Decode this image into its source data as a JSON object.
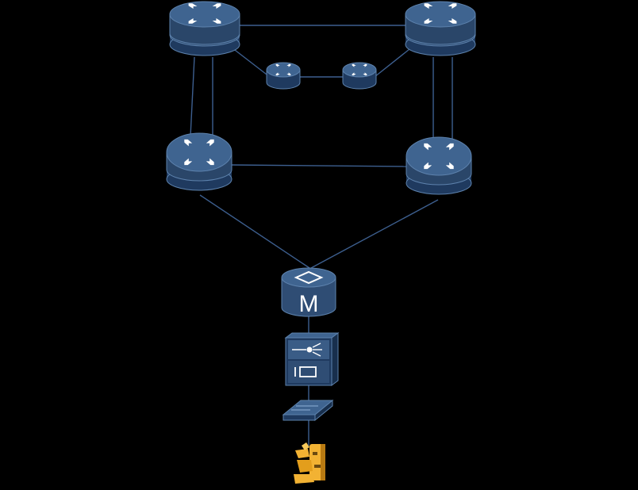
{
  "diagram": {
    "background": "#000000",
    "colors": {
      "device_body": "#2f4d74",
      "device_body_dark": "#1f3a5f",
      "device_top": "#3f6490",
      "device_edge": "#5d82ad",
      "link": "#3d5f8f",
      "icon": "#ffffff",
      "terminal_yellow": "#f2b233",
      "terminal_shade": "#b87a12"
    },
    "nodes": [
      {
        "id": "core-router-left",
        "icon": "large-router-icon"
      },
      {
        "id": "core-router-right",
        "icon": "large-router-icon"
      },
      {
        "id": "small-router-left",
        "icon": "small-router-icon"
      },
      {
        "id": "small-router-right",
        "icon": "small-router-icon"
      },
      {
        "id": "aggregation-router-left",
        "icon": "router-icon"
      },
      {
        "id": "aggregation-router-right",
        "icon": "router-icon"
      },
      {
        "id": "multiplexer",
        "icon": "multiplexer-icon",
        "label": "M"
      },
      {
        "id": "access-unit",
        "icon": "access-device-icon"
      },
      {
        "id": "modem",
        "icon": "modem-icon"
      },
      {
        "id": "terminal",
        "icon": "terminal-user-icon"
      }
    ],
    "links": [
      {
        "from": "core-router-left",
        "to": "core-router-right"
      },
      {
        "from": "core-router-left",
        "to": "small-router-left"
      },
      {
        "from": "small-router-left",
        "to": "small-router-right"
      },
      {
        "from": "small-router-right",
        "to": "core-router-right"
      },
      {
        "from": "core-router-left",
        "to": "aggregation-router-left"
      },
      {
        "from": "core-router-left",
        "to": "aggregation-router-left"
      },
      {
        "from": "core-router-right",
        "to": "aggregation-router-right"
      },
      {
        "from": "core-router-right",
        "to": "aggregation-router-right"
      },
      {
        "from": "aggregation-router-left",
        "to": "aggregation-router-right"
      },
      {
        "from": "aggregation-router-left",
        "to": "multiplexer"
      },
      {
        "from": "aggregation-router-right",
        "to": "multiplexer"
      },
      {
        "from": "multiplexer",
        "to": "access-unit"
      },
      {
        "from": "access-unit",
        "to": "modem"
      },
      {
        "from": "modem",
        "to": "terminal"
      }
    ]
  }
}
